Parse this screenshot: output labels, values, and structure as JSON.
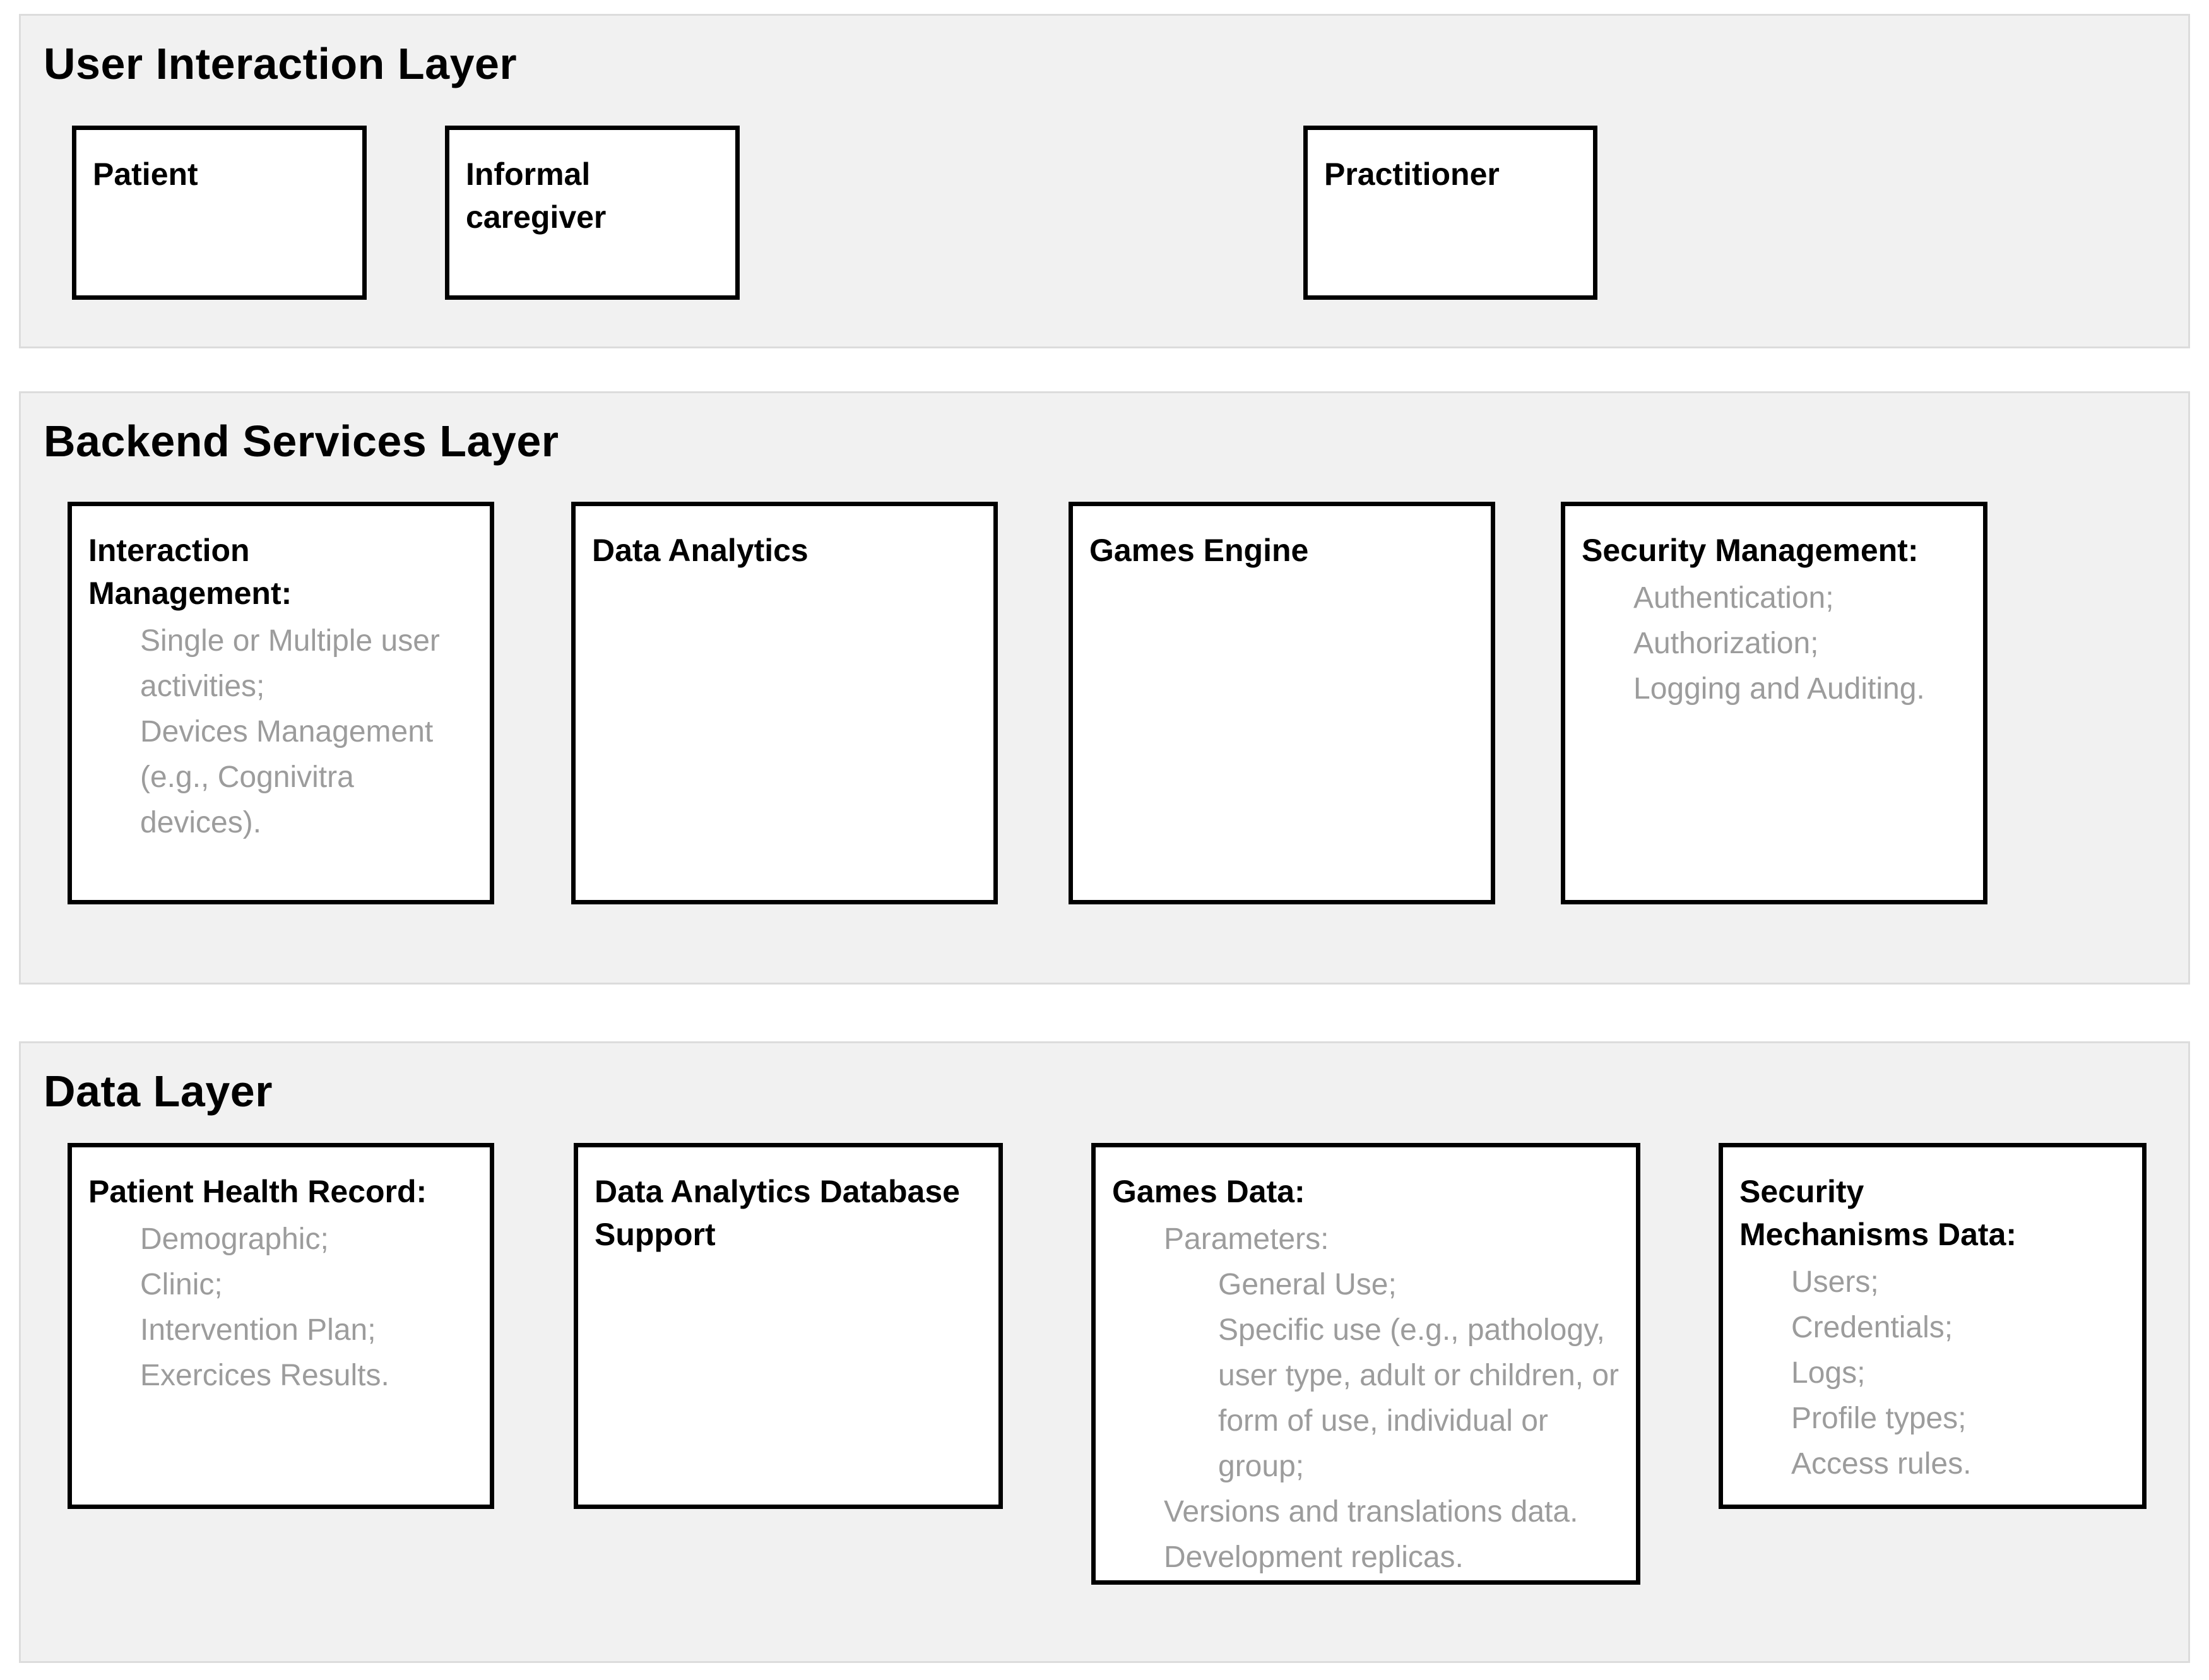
{
  "colors": {
    "page_bg": "#ffffff",
    "panel_fill": "#f1f1f1",
    "panel_border": "#dcdcdc",
    "box_border": "#000000",
    "heading_text": "#000000",
    "body_text": "#9c9c9c"
  },
  "layers": [
    {
      "title": "User Interaction Layer",
      "boxes": [
        {
          "heading": "Patient"
        },
        {
          "heading": "Informal caregiver"
        },
        {
          "heading": "Practitioner"
        }
      ]
    },
    {
      "title": "Backend Services Layer",
      "boxes": [
        {
          "heading": "Interaction Management:",
          "items": [
            {
              "text": "Single or Multiple user activities;",
              "level": 1
            },
            {
              "text": "Devices Management (e.g., Cognivitra devices).",
              "level": 1
            }
          ]
        },
        {
          "heading": "Data Analytics"
        },
        {
          "heading": "Games Engine"
        },
        {
          "heading": "Security Management:",
          "items": [
            {
              "text": "Authentication;",
              "level": 1
            },
            {
              "text": "Authorization;",
              "level": 1
            },
            {
              "text": "Logging and Auditing.",
              "level": 1
            }
          ]
        }
      ]
    },
    {
      "title": "Data Layer",
      "boxes": [
        {
          "heading": "Patient Health Record:",
          "items": [
            {
              "text": "Demographic;",
              "level": 1
            },
            {
              "text": "Clinic;",
              "level": 1
            },
            {
              "text": "Intervention Plan;",
              "level": 1
            },
            {
              "text": "Exercices Results.",
              "level": 1
            }
          ]
        },
        {
          "heading": "Data Analytics Database Support"
        },
        {
          "heading": "Games Data:",
          "items": [
            {
              "text": "Parameters:",
              "level": 1
            },
            {
              "text": "General Use;",
              "level": 2
            },
            {
              "text": "Specific use (e.g., pathology, user type, adult or children, or form of use, individual or group;",
              "level": 2
            },
            {
              "text": "Versions and translations data.",
              "level": 1
            },
            {
              "text": "Development replicas.",
              "level": 1
            }
          ]
        },
        {
          "heading": "Security Mechanisms Data:",
          "items": [
            {
              "text": "Users;",
              "level": 1
            },
            {
              "text": "Credentials;",
              "level": 1
            },
            {
              "text": "Logs;",
              "level": 1
            },
            {
              "text": "Profile types;",
              "level": 1
            },
            {
              "text": "Access rules.",
              "level": 1
            }
          ]
        }
      ]
    }
  ]
}
